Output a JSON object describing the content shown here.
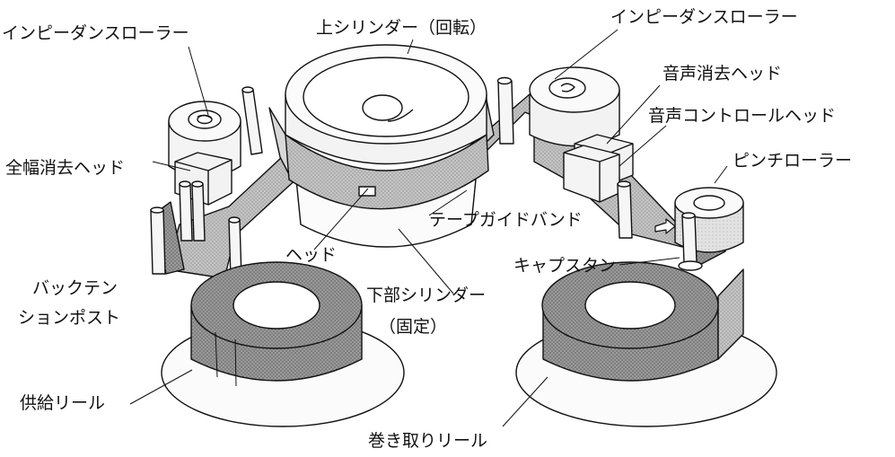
{
  "diagram": {
    "labels": {
      "impedance_roller_left": "インピーダンスローラー",
      "upper_cylinder": "上シリンダー（回転）",
      "impedance_roller_right": "インピーダンスローラー",
      "audio_erase_head": "音声消去ヘッド",
      "audio_control_head": "音声コントロールヘッド",
      "full_erase_head": "全幅消去ヘッド",
      "pinch_roller": "ピンチローラー",
      "tape_guide_band": "テープガイドバンド",
      "head": "ヘッド",
      "capstan": "キャプスタン",
      "back_tension_post_line1": "バックテン",
      "back_tension_post_line2": "ションポスト",
      "lower_cylinder_line1": "下部シリンダー",
      "lower_cylinder_line2": "（固定）",
      "supply_reel": "供給リール",
      "takeup_reel": "巻き取りリール"
    }
  }
}
